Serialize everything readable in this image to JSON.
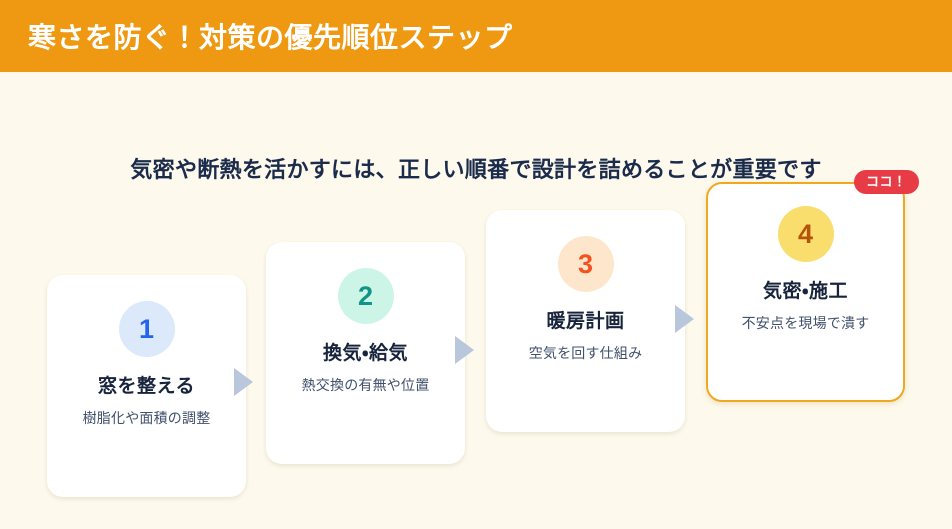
{
  "header": {
    "title": "寒さを防ぐ！対策の優先順位ステップ",
    "background_color": "#EF9913",
    "text_color": "#FFFFFF"
  },
  "page": {
    "background_color": "#FDF9EC",
    "subtitle": "気密や断熱を活かすには、正しい順番で設計を詰めることが重要です",
    "subtitle_color": "#1B2B4B"
  },
  "steps": [
    {
      "number": "1",
      "title": "窓を整える",
      "description": "樹脂化や面積の調整",
      "circle_bg": "#DCE9FB",
      "circle_text_color": "#2563EB",
      "highlighted": false
    },
    {
      "number": "2",
      "title": "換気・給気",
      "description": "熱交換の有無や位置",
      "circle_bg": "#CCF5E7",
      "circle_text_color": "#0F9488",
      "highlighted": false
    },
    {
      "number": "3",
      "title": "暖房計画",
      "description": "空気を回す仕組み",
      "circle_bg": "#FDE6CC",
      "circle_text_color": "#F4511E",
      "highlighted": false
    },
    {
      "number": "4",
      "title": "気密・施工",
      "description": "不安点を現場で潰す",
      "circle_bg": "#F9DE6E",
      "circle_text_color": "#B45309",
      "highlighted": true
    }
  ],
  "badge": {
    "label": "ココ！",
    "background_color": "#E73C46",
    "text_color": "#FFFFFF"
  },
  "connectors": {
    "icon": "arrow-right-icon",
    "color": "#B8C7DC",
    "count": 3
  }
}
